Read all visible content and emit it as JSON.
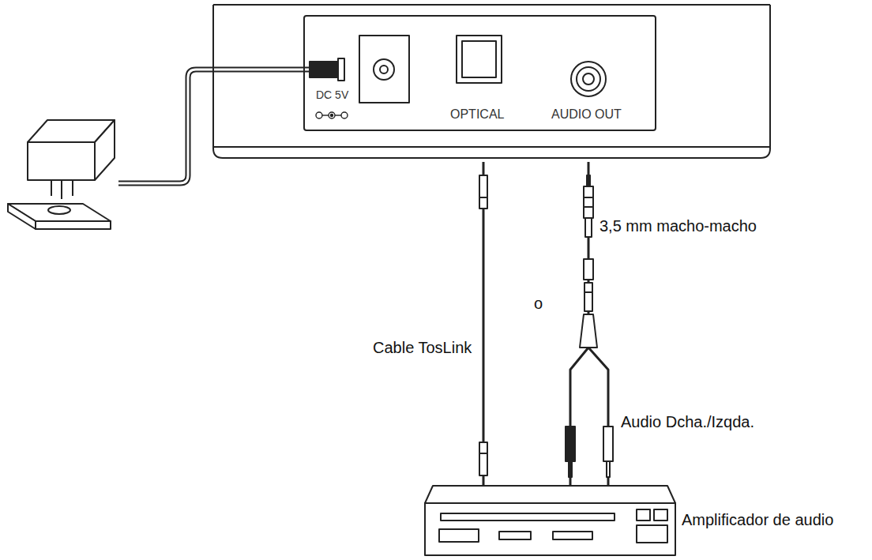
{
  "diagram": {
    "nodes": [
      {
        "text": [
          "DC 5V",
          "OPTICAL",
          "AUDIO OUT"
        ]
      },
      {
        "text": [
          "Amplificador de audio"
        ]
      }
    ],
    "edges": [
      {
        "from": 0,
        "to": 1,
        "arrow": "none",
        "label": "Cable TosLink"
      },
      {
        "from": 0,
        "to": 1,
        "arrow": "none",
        "label": "3,5 mm macho-macho"
      }
    ],
    "labels": [
      "o",
      "Audio Dcha./Izqda."
    ]
  }
}
